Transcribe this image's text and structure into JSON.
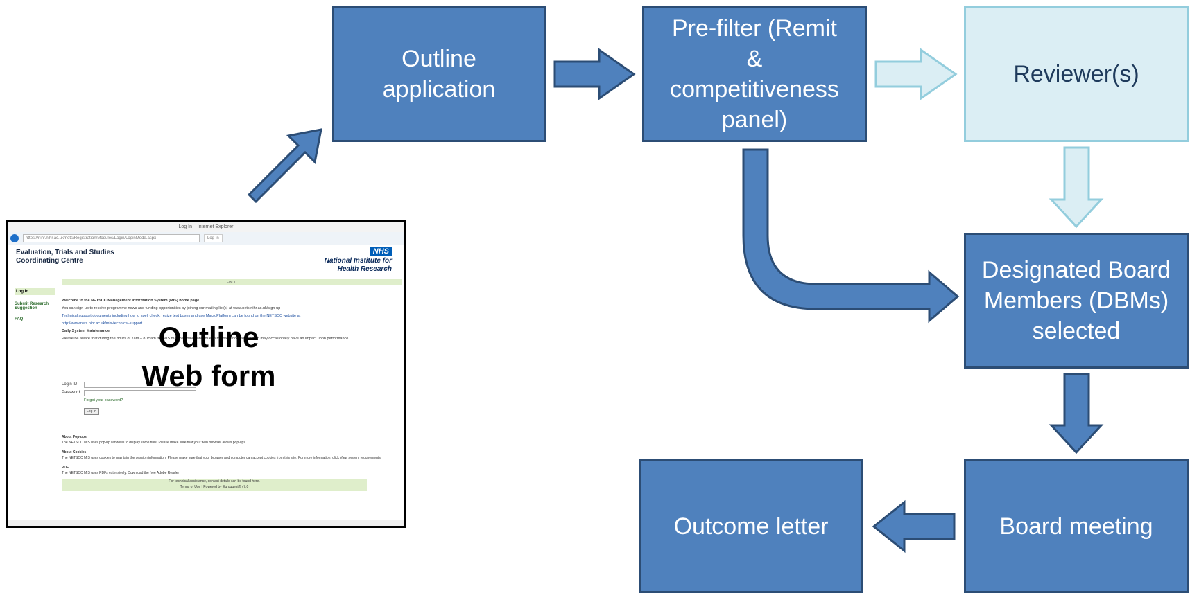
{
  "boxes": {
    "outline_application": "Outline application",
    "prefilter": "Pre-filter (Remit & competitiveness panel)",
    "reviewers": "Reviewer(s)",
    "dbms": "Designated Board Members (DBMs) selected",
    "board_meeting": "Board meeting",
    "outcome_letter": "Outcome letter"
  },
  "screenshot": {
    "window_title": "Log In – Internet Explorer",
    "url": "https://nihr.nihr.ac.uk/nets/Registration/Modules/Login/LoginMode.aspx",
    "tab_label": "Log In",
    "site_title_line1": "Evaluation, Trials and Studies",
    "site_title_line2": "Coordinating Centre",
    "nhs_badge": "NHS",
    "nihr_line1": "National Institute for",
    "nihr_line2": "Health Research",
    "greenbar_label": "Log In",
    "sidebar": [
      "Log In",
      "Submit Research Suggestion",
      "FAQ"
    ],
    "welcome": "Welcome to the NETSCC Management Information System (MIS) home page.",
    "mailing": "You can sign up to receive programme news and funding opportunities by joining our mailing list(s) at www.nets.nihr.ac.uk/sign-up",
    "support": "Technical support documents including how to spell check, resize text boxes and use MacroPlatform can be found on the NETSCC website at",
    "support_link": "http://www.nets.nihr.ac.uk/mis-technical-support",
    "maintenance_heading": "Daily System Maintenance",
    "maintenance_text": "Please be aware that during the hours of 7am – 8.15am the MIS may be unavailable due to maintenance tasks which may occasionally have an impact upon performance.",
    "login_id_label": "Login ID",
    "password_label": "Password",
    "forgot": "Forgot your password?",
    "login_button": "Log In",
    "popups_heading": "About Pop-ups",
    "popups_text": "The NETSCC MIS uses pop-up windows to display some files. Please make sure that your web browser allows pop-ups.",
    "cookies_heading": "About Cookies",
    "cookies_text": "The NETSCC MIS uses cookies to maintain the session information. Please make sure that your browser and computer can accept cookies from this site. For more information, click View system requirements.",
    "pdf_heading": "PDF",
    "pdf_text": "The NETSCC MIS uses PDFs extensively. Download the free Adobe Reader",
    "footer_line1": "For technical assistance, contact details can be found here.",
    "footer_line2": "Terms of Use | Powered by Euroquest® v7.0",
    "overlay_line1": "Outline",
    "overlay_line2": "Web form"
  },
  "colors": {
    "box_fill": "#4f81bd",
    "box_border": "#2c4d75",
    "light_fill": "#dbeef4",
    "light_border": "#93cddd"
  }
}
